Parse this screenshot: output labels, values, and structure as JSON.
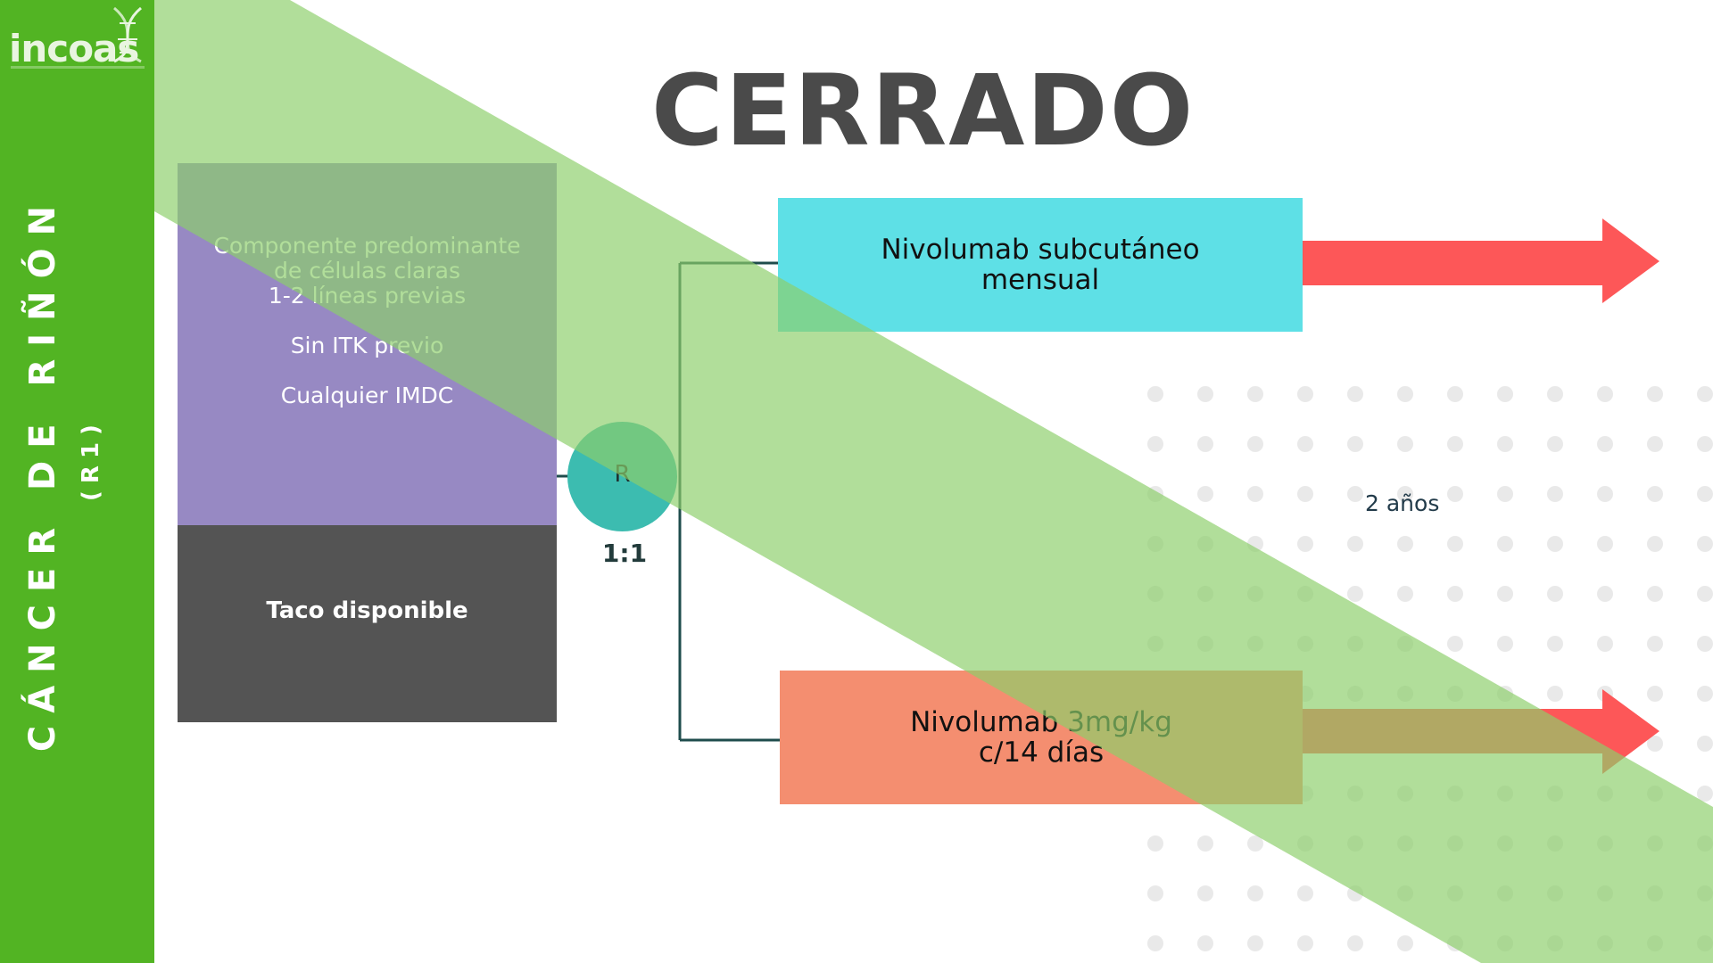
{
  "logo": {
    "text": "incoas"
  },
  "sidebar": {
    "title": "CÁNCER DE RIÑÓN",
    "subtitle": "(R1)"
  },
  "title": "CERRADO",
  "criteria": {
    "line1": "Componente predominante",
    "line2": "de células claras",
    "line3": "1-2 líneas previas",
    "line4": "Sin ITK previo",
    "line5": "Cualquier IMDC"
  },
  "sample": "Taco disponible",
  "randomization": {
    "label": "R",
    "ratio": "1:1"
  },
  "arms": [
    {
      "line1": "Nivolumab subcutáneo",
      "line2": "mensual"
    },
    {
      "line1": "Nivolumab 3mg/kg",
      "line2": "c/14 días"
    }
  ],
  "duration": "2 años",
  "colors": {
    "sidebar": "#52b423",
    "criteria_box": "#9789c3",
    "sample_box": "#545454",
    "arm1": "#5ee0e6",
    "arm2": "#f48e70",
    "arrows": "#fd5758",
    "randomization": "#3cbcb0",
    "overlay_band": "#8ccf6a"
  }
}
